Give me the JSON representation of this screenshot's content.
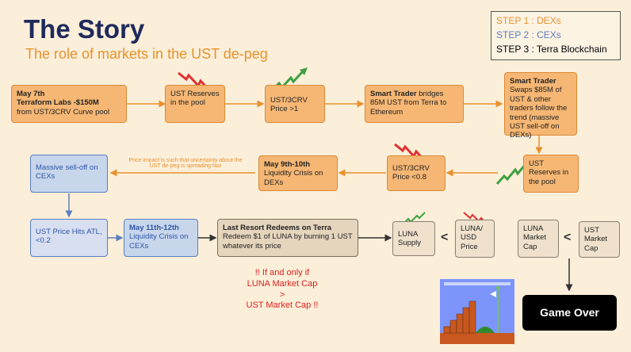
{
  "title": "The Story",
  "subtitle": "The role of markets in the UST de-peg",
  "legend": {
    "step1": "STEP 1 : DEXs",
    "step2": "STEP 2 : CEXs",
    "step3": "STEP 3 : Terra Blockchain",
    "colors": {
      "step1": "#e8912e",
      "step2": "#5b7fc0",
      "step3": "#000000"
    }
  },
  "boxes": {
    "may7_title": "May 7th",
    "may7_line2": "Terraform Labs -$150M",
    "may7_line3": "from UST/3CRV Curve pool",
    "ust_reserves_1": "UST Reserves in the pool",
    "ust3crv_up": "UST/3CRV Price >1",
    "smart_bridge_bold": "Smart Trader",
    "smart_bridge_rest": " bridges 85M UST from Terra to Ethereum",
    "smart_swap_title": "Smart Trader",
    "smart_swap_body": "Swaps $85M of UST & other traders follow the trend (massive UST sell-off on DEXs)",
    "ust_reserves_2": "UST Reserves in the pool",
    "ust3crv_down": "UST/3CRV Price <0.8",
    "may9_title": "May 9th-10th",
    "may9_body": "Liquidity Crisis on DEXs",
    "massive_selloff": "Massive sell-off on CEXs",
    "ust_atl": "UST Price Hits ATL, <0.2",
    "may11_title": "May 11th-12th",
    "may11_body": "Liquidity Crisis on CEXs",
    "last_resort_title": "Last Resort Redeems on Terra",
    "last_resort_body": "Redeem $1 of LUNA by burning 1 UST whatever its price",
    "luna_supply": "LUNA Supply",
    "luna_usd": "LUNA/ USD Price",
    "luna_mcap": "LUNA Market Cap",
    "ust_mcap": "UST Market Cap"
  },
  "note": "Price impact is such that uncertainty about the UST de-peg is spreading fast",
  "condition": {
    "line1": "!! If and only if",
    "line2": "LUNA Market Cap",
    "line3": ">",
    "line4": "UST Market Cap !!"
  },
  "less_than": "<",
  "game_over": "Game Over"
}
